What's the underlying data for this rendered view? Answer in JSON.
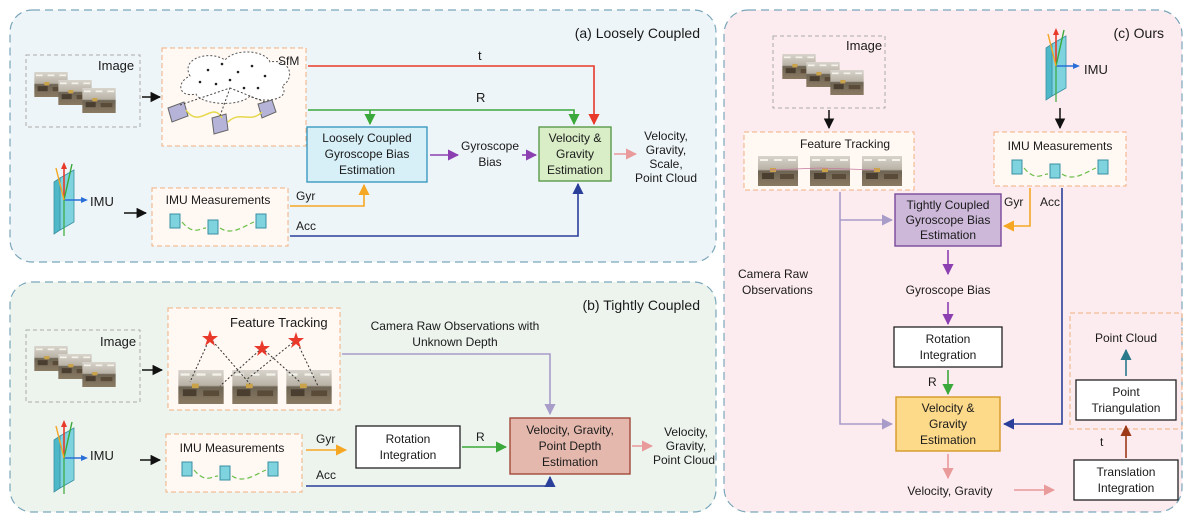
{
  "panels": {
    "a": {
      "title": "(a) Loosely Coupled",
      "image_label": "Image",
      "sfm_label": "SfM",
      "t_label": "t",
      "r_label": "R",
      "imu_label": "IMU",
      "imu_meas": "IMU Measurements",
      "gyr": "Gyr",
      "acc": "Acc",
      "lc_box": [
        "Loosely Coupled",
        "Gyroscope Bias",
        "Estimation"
      ],
      "gyro_bias": [
        "Gyroscope",
        "Bias"
      ],
      "vg_box": [
        "Velocity &",
        "Gravity",
        "Estimation"
      ],
      "outputs": [
        "Velocity,",
        "Gravity,",
        "Scale,",
        "Point Cloud"
      ]
    },
    "b": {
      "title": "(b) Tightly Coupled",
      "image_label": "Image",
      "feature_tracking": "Feature Tracking",
      "cam_obs": [
        "Camera Raw Observations with",
        "Unknown Depth"
      ],
      "imu_label": "IMU",
      "imu_meas": "IMU Measurements",
      "gyr": "Gyr",
      "r_label": "R",
      "acc": "Acc",
      "rot_box": [
        "Rotation",
        "Integration"
      ],
      "vgp_box": [
        "Velocity, Gravity,",
        "Point Depth",
        "Estimation"
      ],
      "outputs": [
        "Velocity,",
        "Gravity,",
        "Point Cloud"
      ]
    },
    "c": {
      "title": "(c) Ours",
      "image_label": "Image",
      "imu_label": "IMU",
      "feature_tracking": "Feature Tracking",
      "imu_meas": "IMU Measurements",
      "gyr": "Gyr",
      "acc": "Acc",
      "tc_box": [
        "Tightly Coupled",
        "Gyroscope Bias",
        "Estimation"
      ],
      "cam_obs": [
        "Camera Raw",
        "Observations"
      ],
      "gyro_bias": "Gyroscope Bias",
      "rot_box": [
        "Rotation",
        "Integration"
      ],
      "r_label": "R",
      "vg_box": [
        "Velocity &",
        "Gravity",
        "Estimation"
      ],
      "vel_grav": "Velocity, Gravity",
      "point_cloud": "Point Cloud",
      "pt_box": [
        "Point",
        "Triangulation"
      ],
      "t_label": "t",
      "trans_box": [
        "Translation",
        "Integration"
      ]
    }
  },
  "colors": {
    "panel_a_bg": "#eef5f8",
    "panel_b_bg": "#edf4ee",
    "panel_c_bg": "#fdecef",
    "red": "#e8392b",
    "green": "#3aa83a",
    "purple": "#8b3fb0",
    "navy": "#2a3f9a",
    "orange": "#f5a623",
    "pink": "#e99a9a",
    "lavender": "#a89cc8"
  }
}
